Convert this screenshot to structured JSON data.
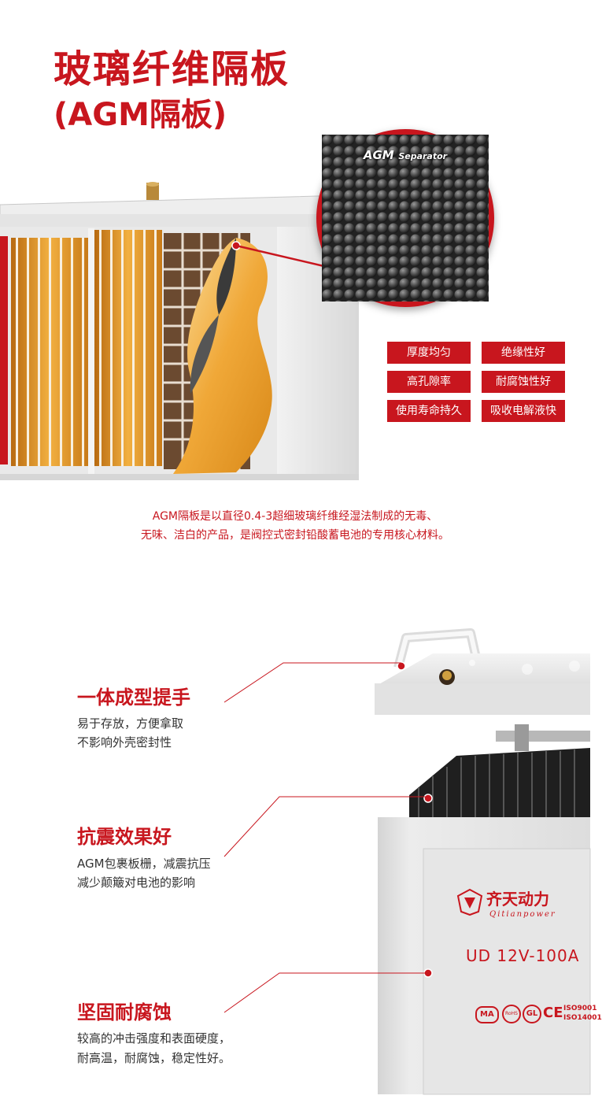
{
  "header": {
    "title": "玻璃纤维隔板",
    "subtitle": "(AGM隔板)"
  },
  "magnifier": {
    "label_big": "AGM",
    "label_small": "Separator"
  },
  "feature_tags": [
    "厚度均匀",
    "绝缘性好",
    "高孔隙率",
    "耐腐蚀性好",
    "使用寿命持久",
    "吸收电解液快"
  ],
  "description": {
    "line1": "AGM隔板是以直径0.4-3超细玻璃纤维经湿法制成的无毒、",
    "line2": "无味、洁白的产品，是阀控式密封铅酸蓄电池的专用核心材料。"
  },
  "features": [
    {
      "title": "一体成型提手",
      "line1": "易于存放，方便拿取",
      "line2": "不影响外壳密封性"
    },
    {
      "title": "抗震效果好",
      "line1": "AGM包裹板栅，减震抗压",
      "line2": "减少颠簸对电池的影响"
    },
    {
      "title": "坚固耐腐蚀",
      "line1": "较高的冲击强度和表面硬度，",
      "line2": "耐高温，耐腐蚀，稳定性好。"
    }
  ],
  "battery_label": {
    "brand_cn": "齐天动力",
    "brand_en": "Qitianpower",
    "model": "UD 12V-100A",
    "cert_ma": "MA",
    "cert_rohs": "RoHS",
    "cert_ce": "CE",
    "cert_iso1": "ISO9001",
    "cert_iso2": "ISO14001"
  },
  "colors": {
    "accent": "#c8161e",
    "separator_orange": "#e8a030",
    "casing_gray": "#dcdcdc"
  }
}
